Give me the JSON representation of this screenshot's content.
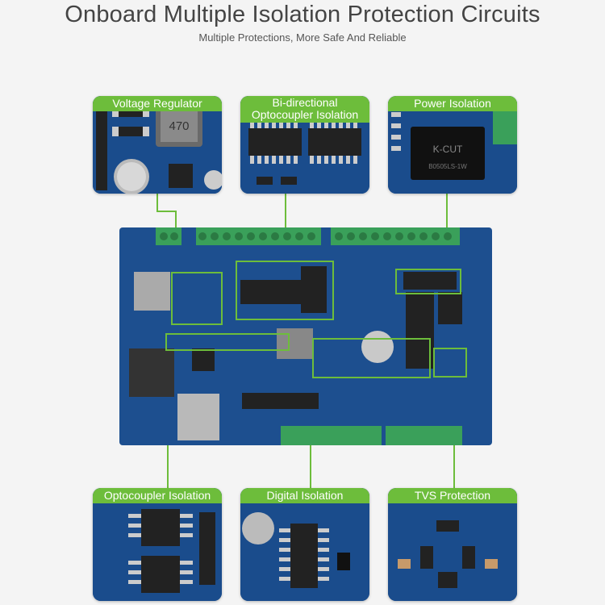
{
  "header": {
    "title": "Onboard Multiple Isolation Protection Circuits",
    "subtitle": "Multiple Protections, More Safe And Reliable"
  },
  "panels": {
    "voltage_regulator": {
      "label": "Voltage Regulator"
    },
    "optocoupler_bidir": {
      "label_line1": "Bi-directional",
      "label_line2": "Optocoupler Isolation"
    },
    "power_isolation": {
      "label": "Power Isolation"
    },
    "optocoupler": {
      "label": "Optocoupler Isolation"
    },
    "digital": {
      "label": "Digital Isolation"
    },
    "tvs": {
      "label": "TVS Protection"
    }
  },
  "colors": {
    "accent_green": "#6dbd3b",
    "pcb_blue": "#1d4f8f",
    "terminal_green": "#3aa05a"
  }
}
